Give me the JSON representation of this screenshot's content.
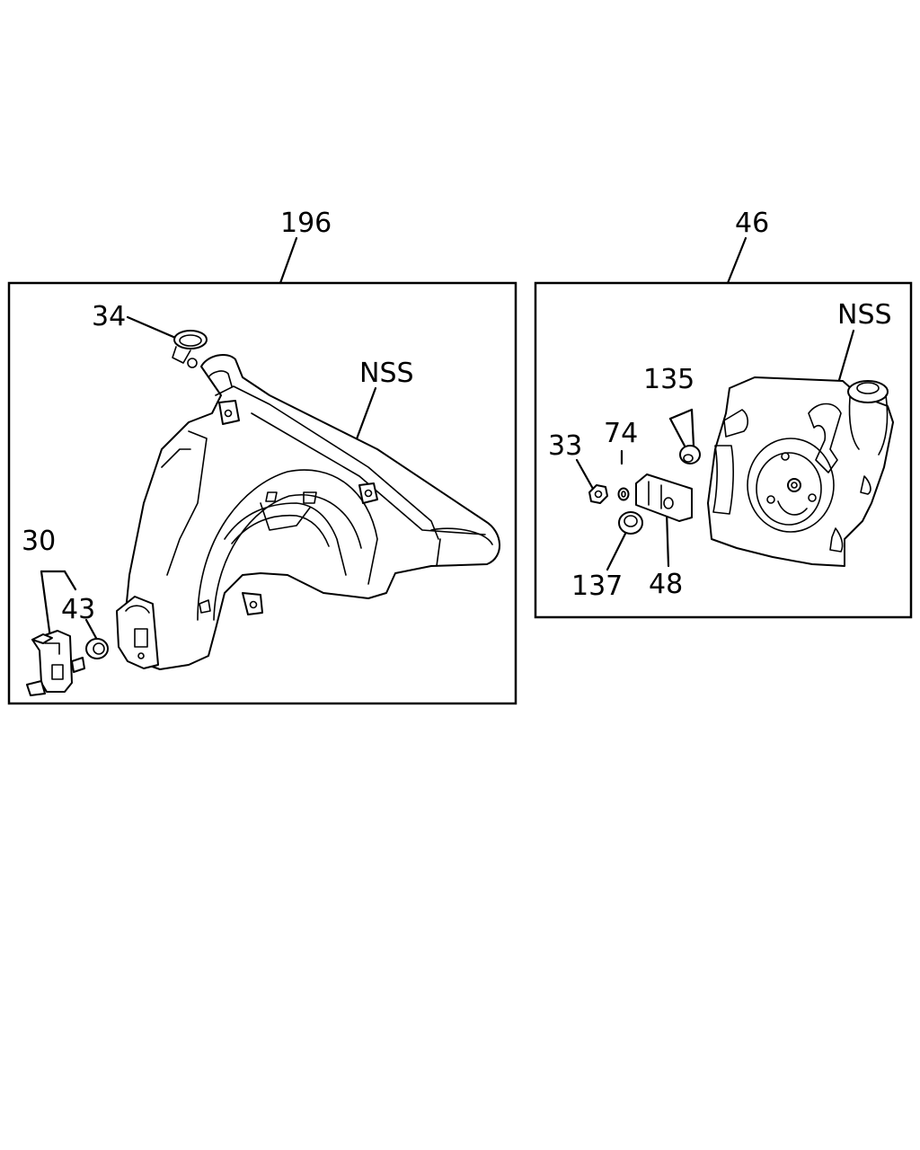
{
  "diagram": {
    "left_panel": {
      "group_label": "196",
      "callouts": {
        "clamp": "34",
        "nss": "NSS",
        "pump": "30",
        "grommet": "43"
      }
    },
    "right_panel": {
      "group_label": "46",
      "callouts": {
        "nss": "NSS",
        "bushing": "135",
        "nut": "33",
        "washer": "74",
        "spacer": "137",
        "bracket": "48"
      }
    }
  }
}
